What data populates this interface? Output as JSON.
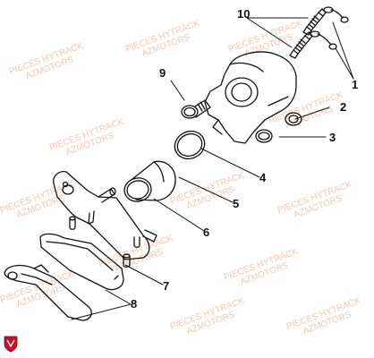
{
  "watermark": {
    "line1": "PIECES HYTRACK",
    "line2": "AZMOTORS"
  },
  "callouts": [
    {
      "id": "label-1",
      "text": "1"
    },
    {
      "id": "label-2",
      "text": "2"
    },
    {
      "id": "label-3",
      "text": "3"
    },
    {
      "id": "label-4",
      "text": "4"
    },
    {
      "id": "label-5",
      "text": "5"
    },
    {
      "id": "label-6",
      "text": "6"
    },
    {
      "id": "label-7",
      "text": "7"
    },
    {
      "id": "label-8",
      "text": "8"
    },
    {
      "id": "label-9",
      "text": "9"
    },
    {
      "id": "label-10",
      "text": "10"
    }
  ],
  "colors": {
    "watermark": "#f1c7b3",
    "line": "#111111",
    "logo_red": "#c8102e"
  },
  "logo": {
    "icon": "brand-shield-icon"
  }
}
